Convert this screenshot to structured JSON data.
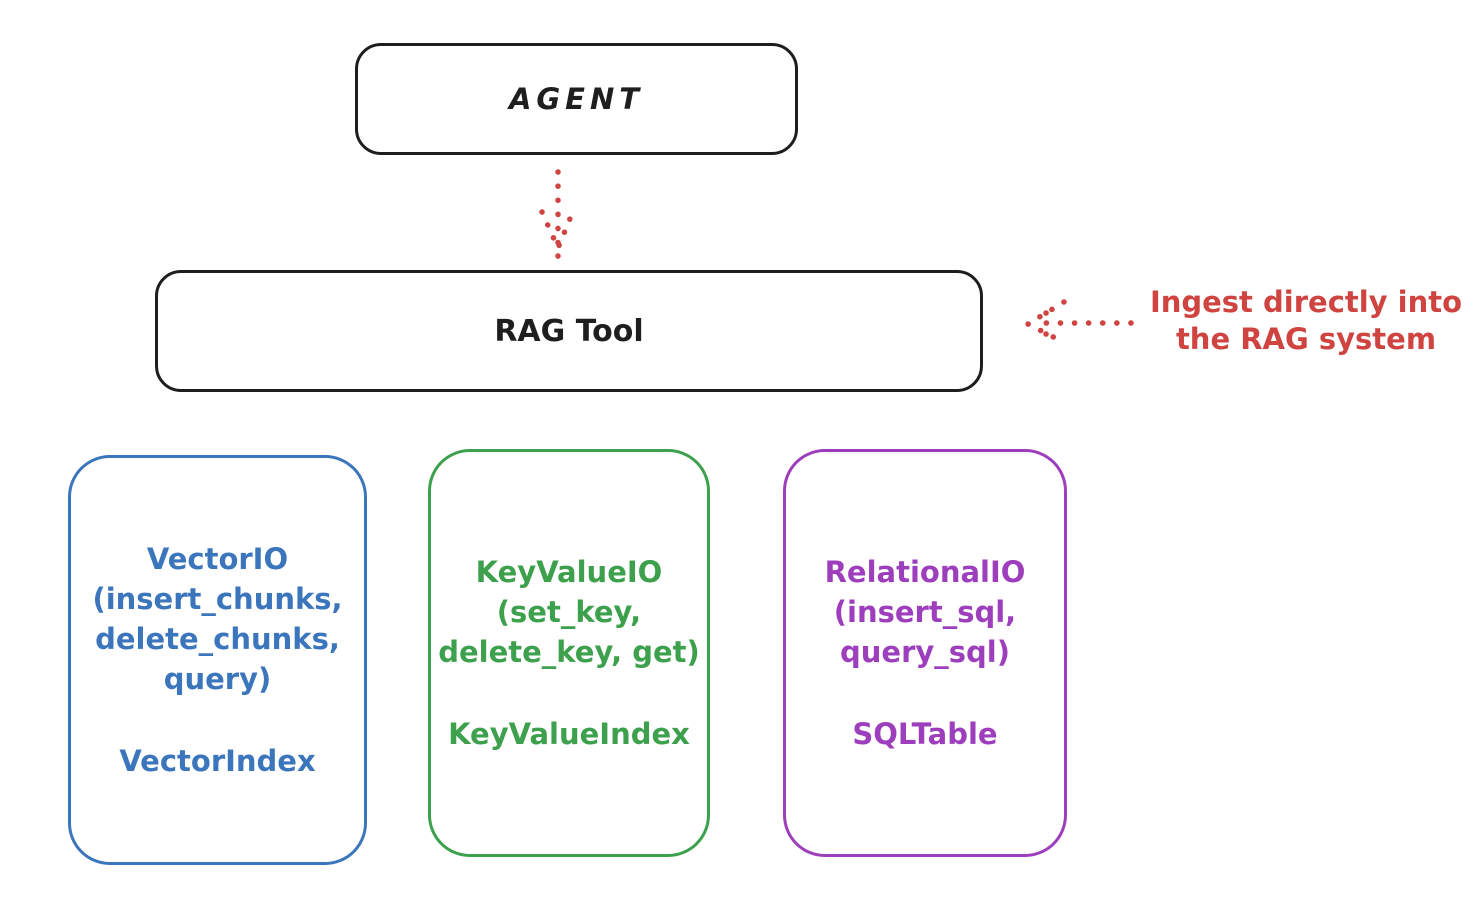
{
  "colors": {
    "background": "#ffffff",
    "ink": "#1e1e1e",
    "red": "#cf4340",
    "blue": "#3b76bd",
    "green": "#3da04c",
    "purple": "#9d3fbd"
  },
  "nodes": {
    "agent": {
      "label": "AGENT"
    },
    "rag_tool": {
      "label": "RAG Tool"
    },
    "vector_io": {
      "lines": [
        "VectorIO",
        "(insert_chunks,",
        "delete_chunks,",
        "query)"
      ],
      "index_label": "VectorIndex",
      "color": "#3b76bd"
    },
    "key_value_io": {
      "lines": [
        "KeyValueIO",
        "(set_key,",
        "delete_key, get)"
      ],
      "index_label": "KeyValueIndex",
      "color": "#3da04c"
    },
    "relational_io": {
      "lines": [
        "RelationalIO",
        "(insert_sql,",
        "query_sql)"
      ],
      "index_label": "SQLTable",
      "color": "#9d3fbd"
    }
  },
  "annotation": {
    "lines": [
      "Ingest directly into",
      "the RAG system"
    ],
    "color": "#cf4340"
  },
  "arrows": [
    {
      "name": "agent-to-rag-tool",
      "style": "dotted",
      "direction": "down",
      "color": "#cf4340"
    },
    {
      "name": "ingest-into-rag-tool",
      "style": "dotted",
      "direction": "left",
      "color": "#cf4340"
    }
  ]
}
